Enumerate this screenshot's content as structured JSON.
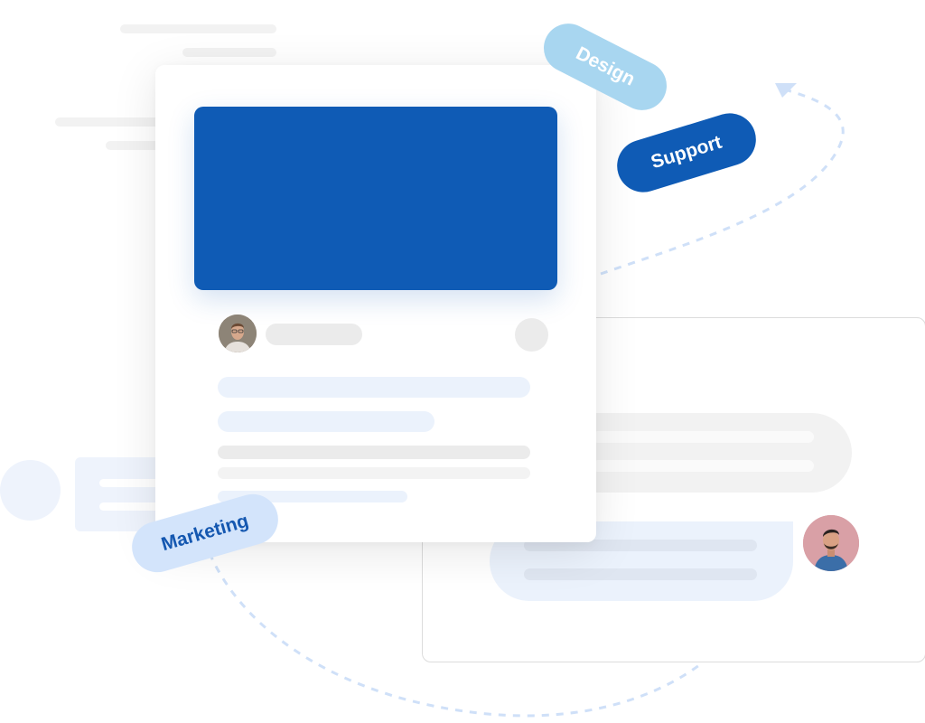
{
  "tags": {
    "design": "Design",
    "support": "Support",
    "marketing": "Marketing"
  },
  "colors": {
    "primary": "#0f5bb5",
    "tag_light_blue": "#a8d6f0",
    "tag_pale_blue": "#d3e4fb",
    "placeholder_gray": "#ebebeb",
    "placeholder_blue": "#ebf2fc",
    "dashed_path": "#cfe0f8"
  },
  "icons": {
    "path_arrow": "triangle-arrow-icon"
  }
}
